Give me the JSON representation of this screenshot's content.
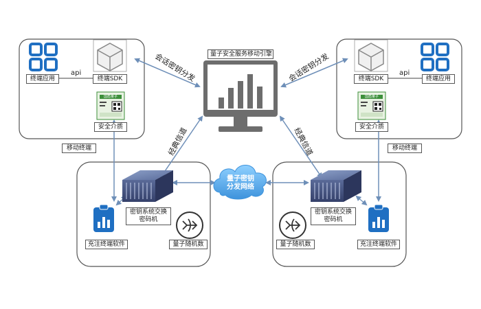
{
  "center": {
    "title": "量子安全服务移动引擎"
  },
  "left": {
    "app_label": "终端应用",
    "sdk_label": "终端SDK",
    "api_label": "api",
    "secure_medium_label": "安全介质",
    "device_label": "移动终端",
    "key_exchange_label_1": "密钥系统交换",
    "key_exchange_label_2": "密码机",
    "fill_software_label": "充注终端软件",
    "qrng_label": "量子随机数",
    "session_key_label": "会话密钥分发",
    "classical_channel_label": "经典信道",
    "chip_brand": "国盾量子"
  },
  "right": {
    "app_label": "终端应用",
    "sdk_label": "终端SDK",
    "api_label": "api",
    "secure_medium_label": "安全介质",
    "device_label": "移动终端",
    "key_exchange_label_1": "密钥系统交换",
    "key_exchange_label_2": "密码机",
    "fill_software_label": "充注终端软件",
    "qrng_label": "量子随机数",
    "session_key_label": "会话密钥分发",
    "classical_channel_label": "经典信道",
    "chip_brand": "国盾量子"
  },
  "cloud": {
    "line1": "量子密钥",
    "line2": "分发网络"
  },
  "colors": {
    "icon_blue": "#1f6fc2",
    "arrow_blue": "#6e8fb8",
    "chip_green": "#3c8f3a",
    "server_blue": "#4a5a8a",
    "cloud_blue": "#4aa3e6",
    "monitor_gray": "#6d6d6d"
  }
}
